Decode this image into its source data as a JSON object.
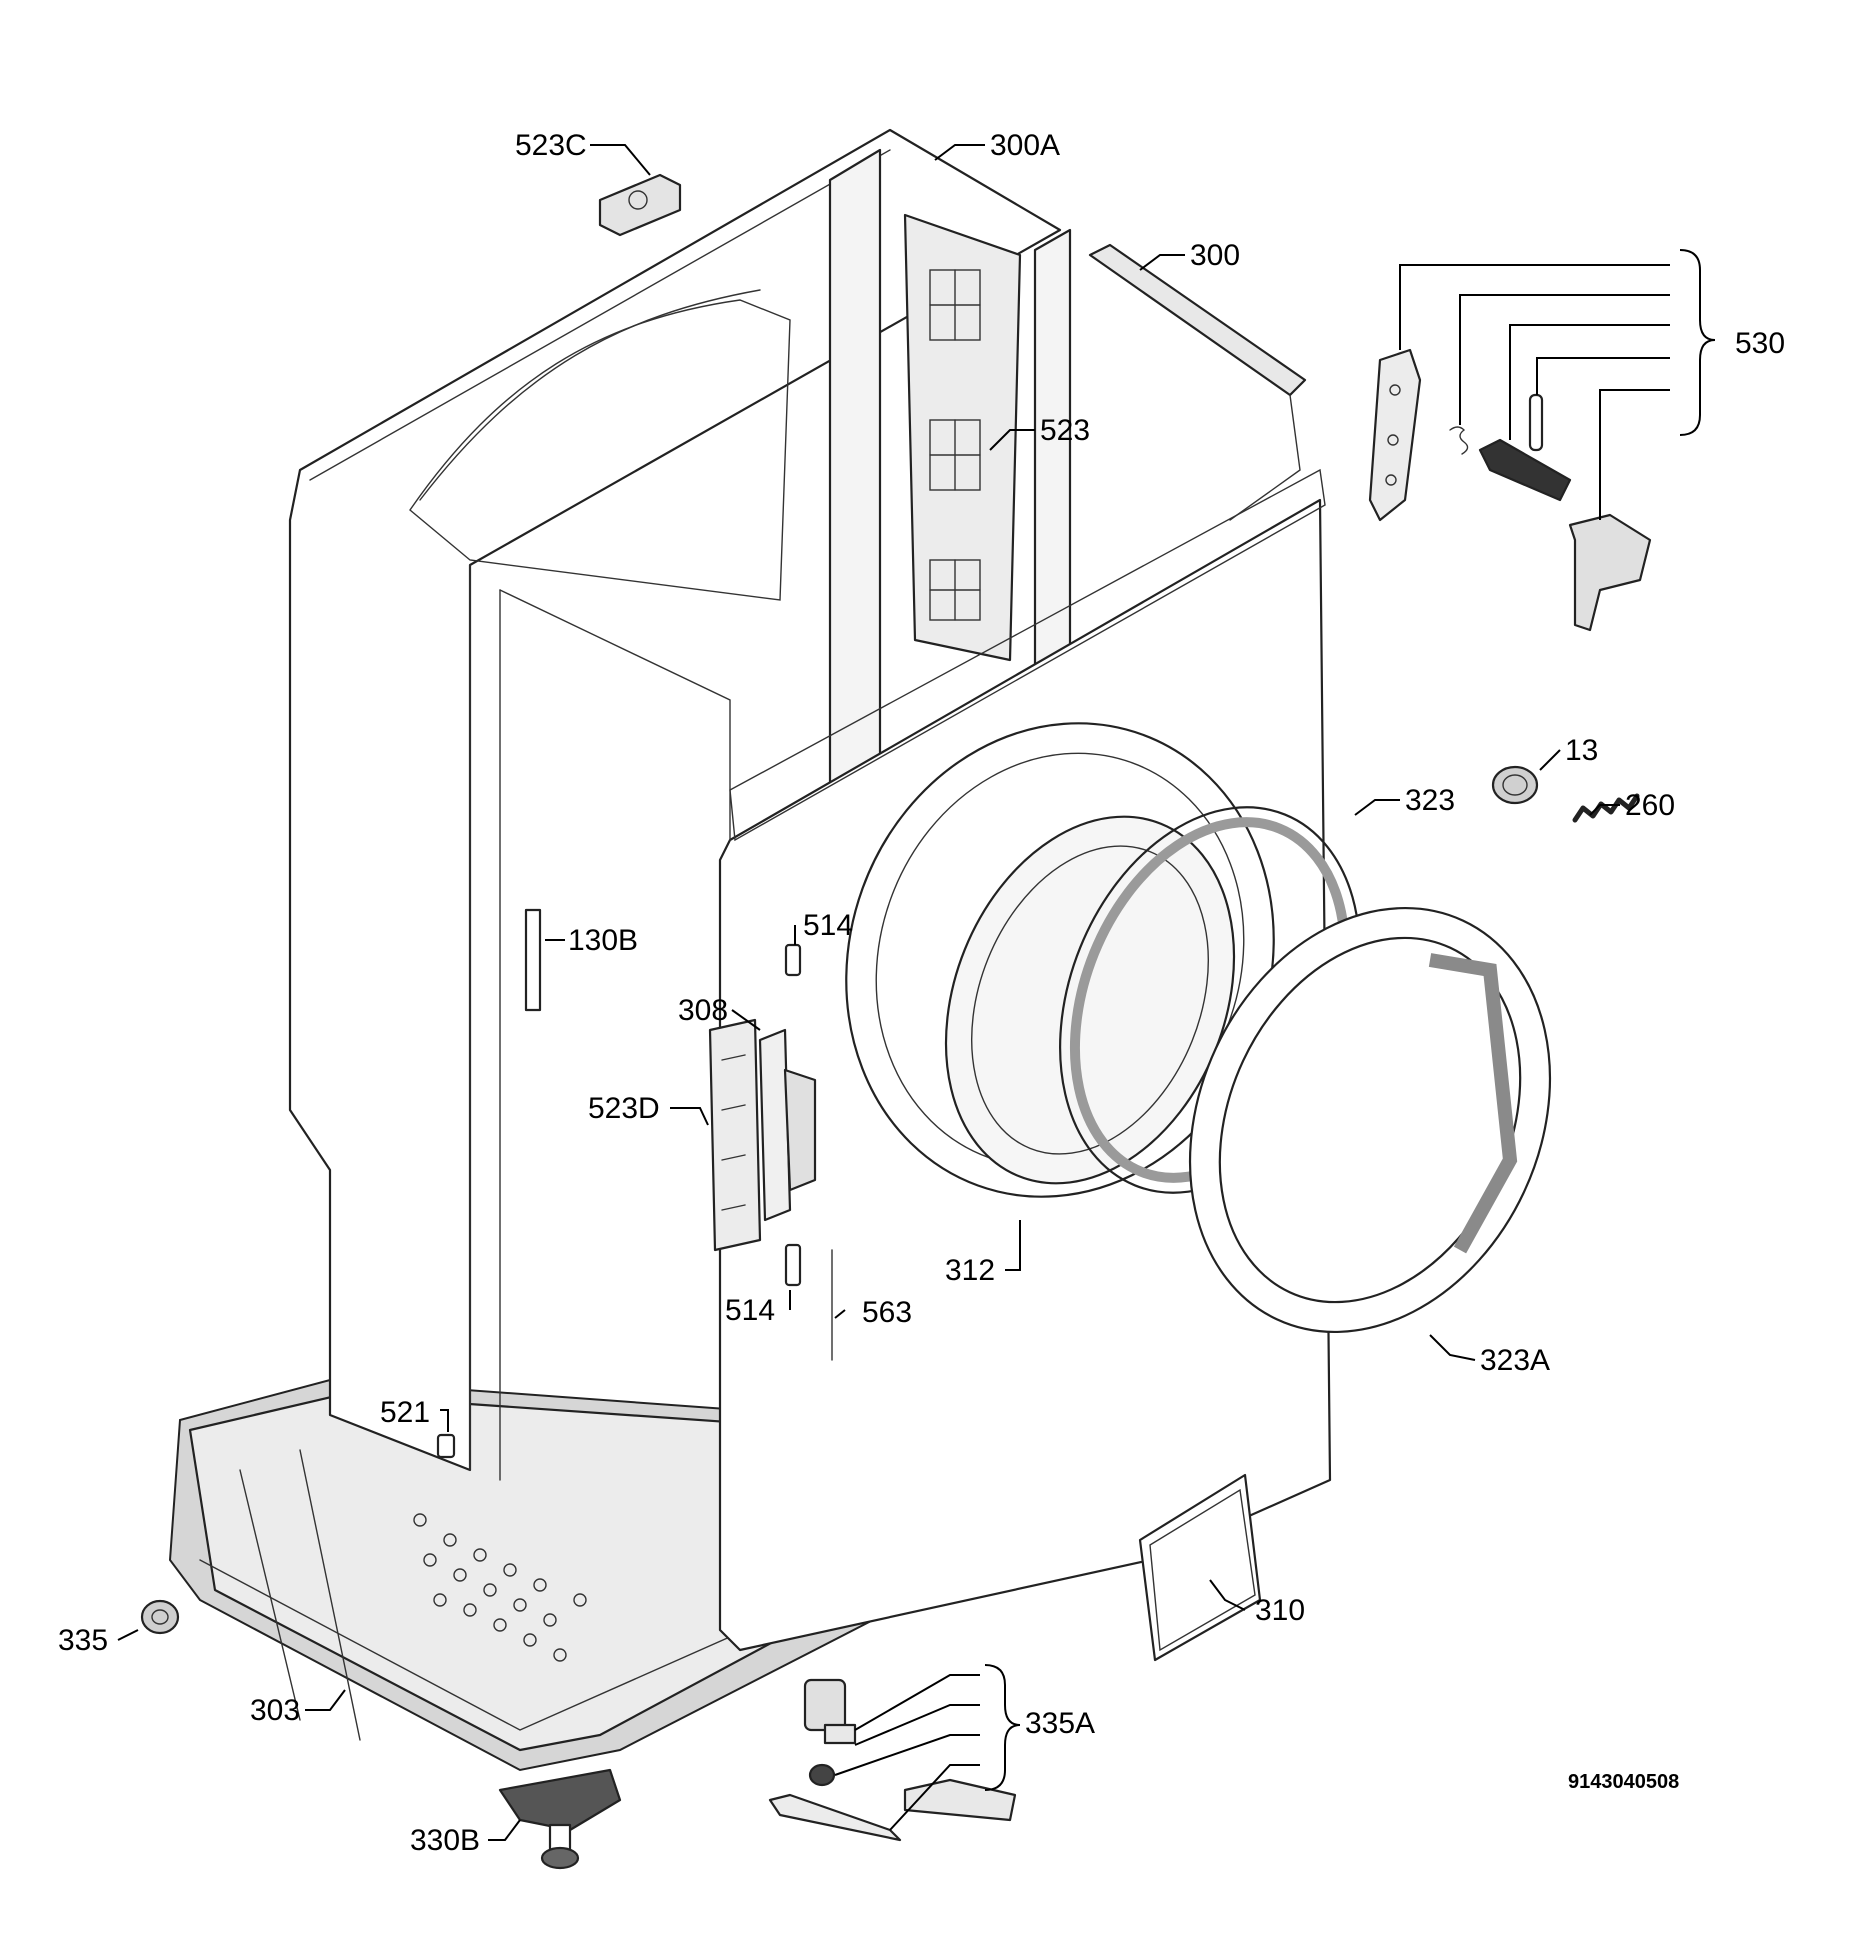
{
  "labels": {
    "p523C": "523C",
    "p300A": "300A",
    "p300": "300",
    "p530": "530",
    "p523": "523",
    "p13": "13",
    "p260": "260",
    "p323": "323",
    "p130B": "130B",
    "p514a": "514",
    "p308": "308",
    "p523D": "523D",
    "p312": "312",
    "p514b": "514",
    "p563": "563",
    "p323A": "323A",
    "p521": "521",
    "p310": "310",
    "p335": "335",
    "p303": "303",
    "p335A": "335A",
    "p330B": "330B"
  },
  "drawing_code": "9143040508"
}
